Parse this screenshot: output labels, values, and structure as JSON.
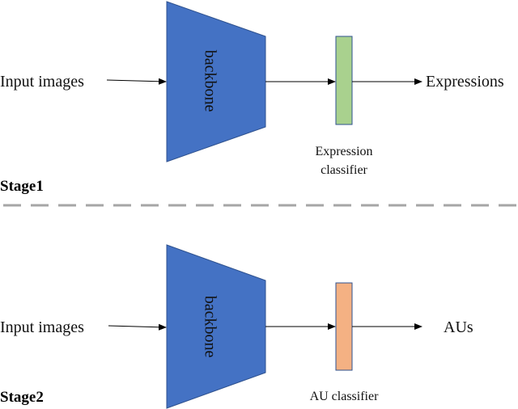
{
  "stage1": {
    "input_label": "Input images",
    "backbone_label": "backbone",
    "output_label": "Expressions",
    "classifier_label_line1": "Expression",
    "classifier_label_line2": "classifier",
    "stage_label": "Stage1"
  },
  "stage2": {
    "input_label": "Input images",
    "backbone_label": "backbone",
    "output_label": "AUs",
    "classifier_label": "AU classifier",
    "stage_label": "Stage2"
  },
  "colors": {
    "backbone": "#4472c4",
    "backbone_stroke": "#2f528f",
    "expression_classifier": "#a9d18e",
    "au_classifier": "#f4b183",
    "divider": "#a6a6a6"
  }
}
